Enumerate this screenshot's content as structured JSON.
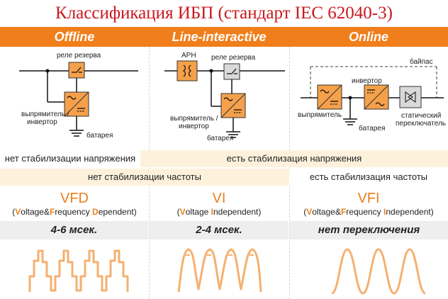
{
  "title": "Классификация ИБП (стандарт IEC 62040-3)",
  "columns": [
    {
      "header": "Offline",
      "labels": {
        "relay": "реле резерва",
        "rectifier_line1": "выпрямитель /",
        "rectifier_line2": "инвертор",
        "battery": "батарея"
      },
      "code": "VFD",
      "desc": {
        "p1": "(",
        "v": "V",
        "p2": "oltage&",
        "f": "F",
        "p3": "requency ",
        "d": "D",
        "p4": "ependent)"
      },
      "time": "4-6 мсек."
    },
    {
      "header": "Line-interactive",
      "labels": {
        "avr": "АРН",
        "relay": "реле резерва",
        "rectifier_line1": "выпрямитель /",
        "rectifier_line2": "инвертор",
        "battery": "батарея"
      },
      "code": "VI",
      "desc": {
        "p1": "(",
        "v": "V",
        "p2": "oltage ",
        "i": "I",
        "p3": "ndependent)"
      },
      "time": "2-4 мсек."
    },
    {
      "header": "Online",
      "labels": {
        "bypass": "байпас",
        "inverter": "инвертор",
        "rectifier": "выпрямитель",
        "battery": "батарея",
        "static_line1": "статический",
        "static_line2": "переключатель"
      },
      "code": "VFI",
      "desc": {
        "p1": "(",
        "v": "V",
        "p2": "oltage&",
        "f": "F",
        "p3": "requency ",
        "i": "I",
        "p4": "ndependent)"
      },
      "time": "нет переключения"
    }
  ],
  "bands": {
    "voltage_none": "нет стабилизации напряжения",
    "voltage_yes": "есть стабилизация напряжения",
    "freq_none": "нет стабилизации частоты",
    "freq_yes": "есть стабилизация частоты"
  },
  "colors": {
    "accent": "#f07e1a",
    "band_light": "#fdf1dc",
    "time_band": "#eeeeee"
  }
}
